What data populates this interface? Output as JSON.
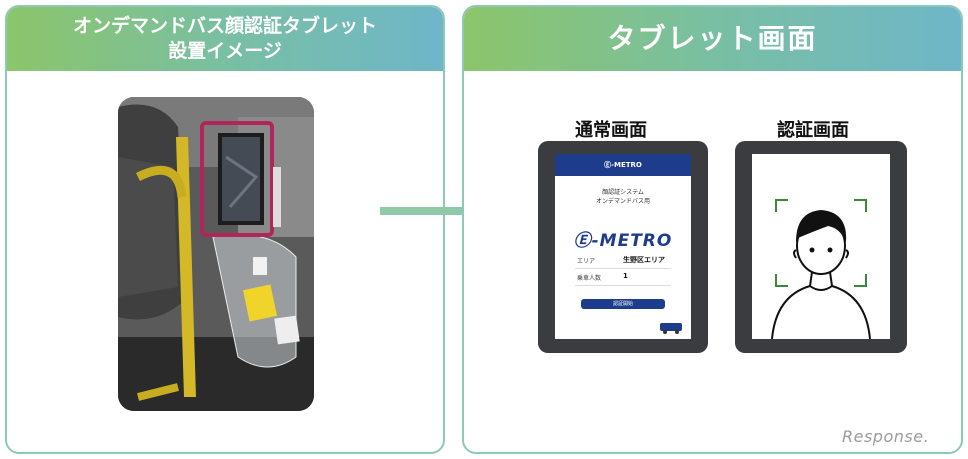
{
  "left_panel": {
    "title_line1": "オンデマンドバス顔認証タブレット",
    "title_line2": "設置イメージ"
  },
  "right_panel": {
    "title": "タブレット画面",
    "normal_screen": {
      "label": "通常画面",
      "app_header": "Ⓔ-METRO",
      "subtitle_line1": "顔認証システム",
      "subtitle_line2": "オンデマンドバス用",
      "logo": "Ⓔ-METRO",
      "rows": [
        {
          "key": "エリア",
          "value": "生野区エリア"
        },
        {
          "key": "乗車人数",
          "value": "1"
        }
      ],
      "button": "認証開始"
    },
    "auth_screen": {
      "label": "認証画面"
    }
  },
  "watermark": "Response."
}
